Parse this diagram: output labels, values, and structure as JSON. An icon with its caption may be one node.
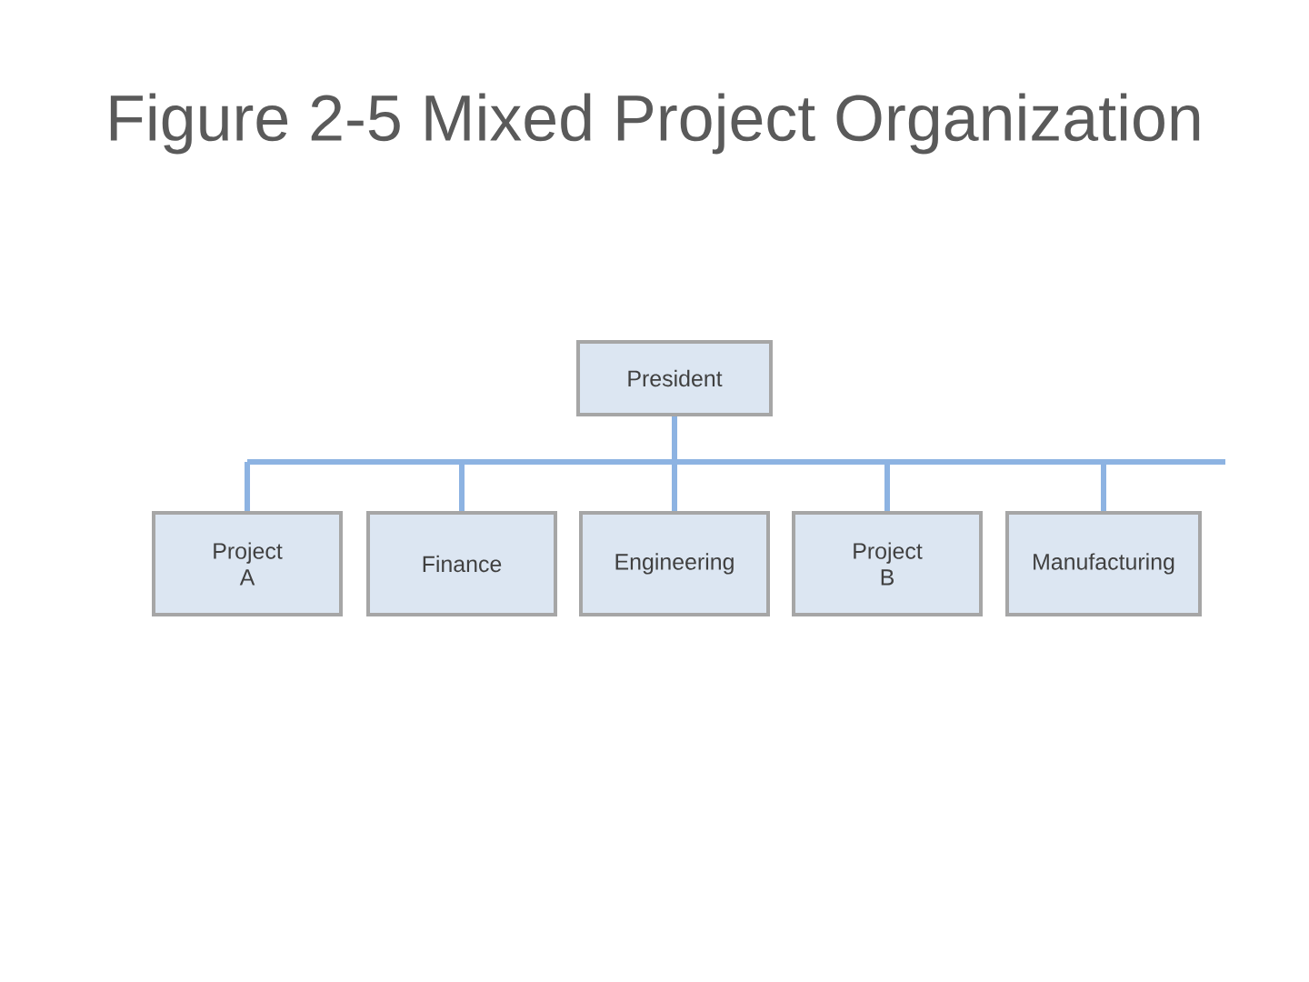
{
  "diagram": {
    "title": "Figure 2-5 Mixed Project Organization",
    "nodes": [
      {
        "text": [
          "President"
        ]
      },
      {
        "text": [
          "Project A"
        ]
      },
      {
        "text": [
          "Finance"
        ]
      },
      {
        "text": [
          "Engineering"
        ]
      },
      {
        "text": [
          "Project B"
        ]
      },
      {
        "text": [
          "Manufacturing"
        ]
      }
    ],
    "edges": [
      {
        "from": 0,
        "to": 1,
        "arrow": "none"
      },
      {
        "from": 0,
        "to": 2,
        "arrow": "none"
      },
      {
        "from": 0,
        "to": 3,
        "arrow": "none"
      },
      {
        "from": 0,
        "to": 4,
        "arrow": "none"
      },
      {
        "from": 0,
        "to": 5,
        "arrow": "none"
      }
    ]
  }
}
